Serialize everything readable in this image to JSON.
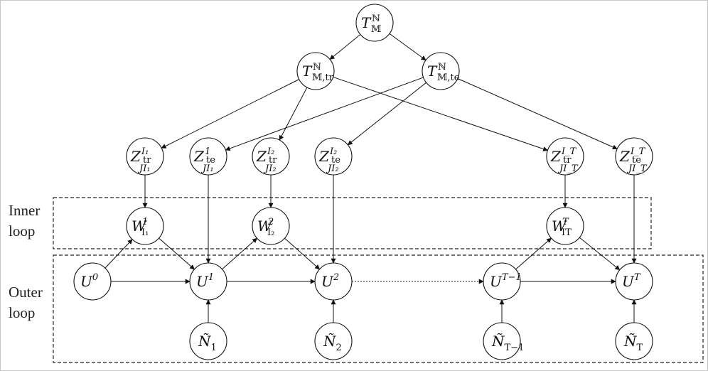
{
  "labels": {
    "inner_line1": "Inner",
    "inner_line2": "loop",
    "outer_line1": "Outer",
    "outer_line2": "loop"
  },
  "nodes": {
    "root": {
      "base": "T",
      "sup": "ℕ",
      "sub": "𝕄"
    },
    "train": {
      "base": "T",
      "sup": "ℕ",
      "sub": "𝕄,tr"
    },
    "test": {
      "base": "T",
      "sup": "ℕ",
      "sub": "𝕄,te"
    },
    "z1tr": {
      "base": "Z",
      "sup": "I₁",
      "sub": "tr",
      "subsub": "J_I₁"
    },
    "z1te": {
      "base": "Z",
      "sup": "1",
      "sub": "te",
      "subsub": "J_I₁"
    },
    "z2tr": {
      "base": "Z",
      "sup": "I₂",
      "sub": "tr",
      "subsub": "J_I₂"
    },
    "z2te": {
      "base": "Z",
      "sup": "I₂",
      "sub": "te",
      "subsub": "J_I₂"
    },
    "zTtr": {
      "base": "Z",
      "sup": "I_T",
      "sub": "tr",
      "subsub": "J_I_T"
    },
    "zTte": {
      "base": "Z",
      "sup": "I_T",
      "sub": "te",
      "subsub": "J_I_T"
    },
    "w1": {
      "base": "W",
      "sup": "1",
      "sub": "I₁"
    },
    "w2": {
      "base": "W",
      "sup": "2",
      "sub": "I₂"
    },
    "wT": {
      "base": "W",
      "sup": "T",
      "sub": "I_T"
    },
    "u0": {
      "base": "U",
      "sup": "0"
    },
    "u1": {
      "base": "U",
      "sup": "1"
    },
    "u2": {
      "base": "U",
      "sup": "2"
    },
    "uTm1": {
      "base": "U",
      "sup": "T−1"
    },
    "uT": {
      "base": "U",
      "sup": "T"
    },
    "n1": {
      "base": "Ñ",
      "sub": "1"
    },
    "n2": {
      "base": "Ñ",
      "sub": "2"
    },
    "nTm1": {
      "base": "Ñ",
      "sub": "T−1"
    },
    "nT": {
      "base": "Ñ",
      "sub": "T"
    }
  }
}
